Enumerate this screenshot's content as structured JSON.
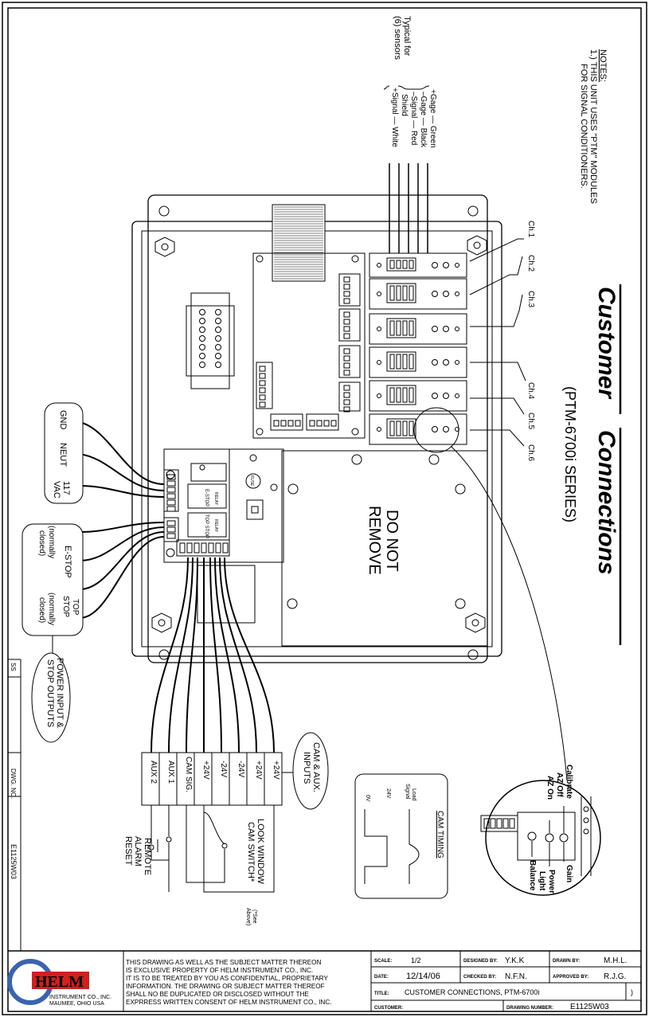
{
  "colors": {
    "ink": "#000000",
    "paper": "#ffffff",
    "logo": "#d21f1f"
  },
  "notes": {
    "heading": "NOTES:",
    "line1": "1.) THIS UNIT USES \"PTM\" MODULES",
    "line2": "FOR SIGNAL CONDITIONERS."
  },
  "title": {
    "main_a": "Customer",
    "main_b": "Connections",
    "series": "(PTM-6700i SERIES)"
  },
  "sensor_wiring": {
    "typical_a": "Typical for",
    "typical_b": "(6) sensors",
    "wires": [
      {
        "label": "+Gage — Green"
      },
      {
        "label": "–Gage — Black"
      },
      {
        "label": "–Signal — Red"
      },
      {
        "label": "Shield"
      },
      {
        "label": "+Signal — White"
      }
    ]
  },
  "channels": [
    "Ch.1",
    "Ch.2",
    "Ch.3",
    "Ch.4",
    "Ch.5",
    "Ch.6"
  ],
  "panel": {
    "do_not_a": "DO NOT",
    "do_not_b": "REMOVE",
    "fuse": "FUSE",
    "estop_relay": "E-STOP",
    "relay": "RELAY",
    "topstop_relay": "TOP STOP"
  },
  "power": {
    "gnd": "GND",
    "neut": "NEUT",
    "vac_a": "117",
    "vac_b": "VAC",
    "estop_a": "E-STOP",
    "estop_b": "(normally",
    "estop_c": "closed)",
    "topstop_a": "TOP",
    "topstop_b": "STOP",
    "topstop_c": "(normally",
    "topstop_d": "closed)",
    "bubble_a": "POWER INPUT &",
    "bubble_b": "STOP OUTPUTS"
  },
  "cam": {
    "bubble_a": "CAM & AUX.",
    "bubble_b": "INPUTS",
    "terminals": [
      "+24V",
      "+24V",
      "-24V",
      "-24V",
      "+24V",
      "CAM SIG.",
      "AUX 1",
      "AUX 2"
    ],
    "look_a": "LOOK WINDOW",
    "look_b": "CAM SWITCH*",
    "remote_a": "REMOTE",
    "remote_b": "ALARM",
    "remote_c": "RESET",
    "see_a": "(*See",
    "see_b": "Above)"
  },
  "timing": {
    "title": "CAM TIMING",
    "load_a": "Load",
    "load_b": "Signal",
    "v24": "24V",
    "v0": "0V"
  },
  "detail": {
    "calibrate": "Calibrate",
    "az_off": "AZ Off",
    "az_on": "AZ On",
    "gain": "Gain",
    "power_a": "Power",
    "power_b": "Light",
    "balance": "Balance"
  },
  "side": {
    "ss": "SS",
    "dwg_no": "DWG. NO.",
    "number": "E1125W03"
  },
  "title_block": {
    "company": "HELM",
    "company_sub_a": "INSTRUMENT CO., INC.",
    "company_sub_b": "MAUMEE, OHIO USA",
    "disclaimer": [
      "THIS DRAWING AS WELL AS THE SUBJECT MATTER THEREON",
      "IS EXCLUSIVE PROPERTY OF HELM INSTRUMENT CO., INC.",
      "IT IS TO BE TREATED BY YOU AS CONFIDENTIAL, PROPRIETARY",
      "INFORMATION. THE DRAWING OR SUBJECT MATTER THEREOF",
      "SHALL NO BE DUPLICATED OR DISCLOSED WITHOUT THE",
      "EXPRRESS WRITTEN CONSENT OF HELM INSTRUMENT CO., INC."
    ],
    "scale_label": "SCALE:",
    "scale": "1/2",
    "designed_label": "DESIGNED BY:",
    "designed": "Y.K.K",
    "drawn_label": "DRAWN BY:",
    "drawn": "M.H.L.",
    "date_label": "DATE:",
    "date": "12/14/06",
    "checked_label": "CHECKED BY:",
    "checked": "N.F.N.",
    "approved_label": "APPROVED BY:",
    "approved": "R.J.G.",
    "title_label": "TITLE:",
    "title": "CUSTOMER CONNECTIONS, PTM-6700i",
    "rev": ")",
    "customer_label": "CUSTOMER:",
    "drawing_no_label": "DRAWING NUMBER:",
    "drawing_no": "E1125W03"
  }
}
